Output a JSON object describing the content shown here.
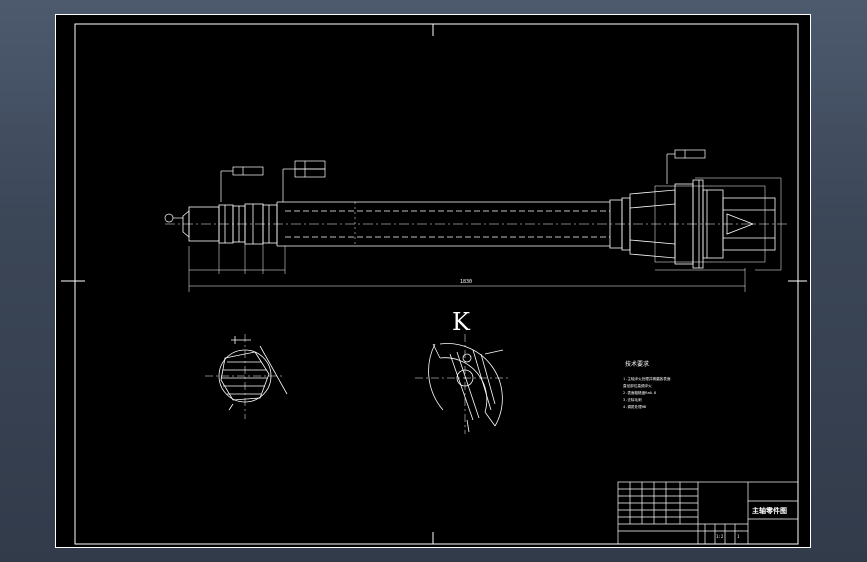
{
  "drawing": {
    "title": "主轴零件图",
    "section_view_label": "K",
    "tech_requirements": {
      "heading": "技术要求",
      "lines": [
        "1.主轴淬火处理并精磨各表面",
        "  直径部位高频淬火",
        "2.表面粗糙度Ra0.8",
        "3.去除毛刺",
        "4.调质处理HB"
      ]
    },
    "overall_length_label": "1830",
    "title_block": {
      "scale_label": "1:2",
      "sheet_label": "1"
    }
  },
  "colors": {
    "background": "#000000",
    "line": "#ffffff",
    "window_chrome": "#3b4657"
  }
}
